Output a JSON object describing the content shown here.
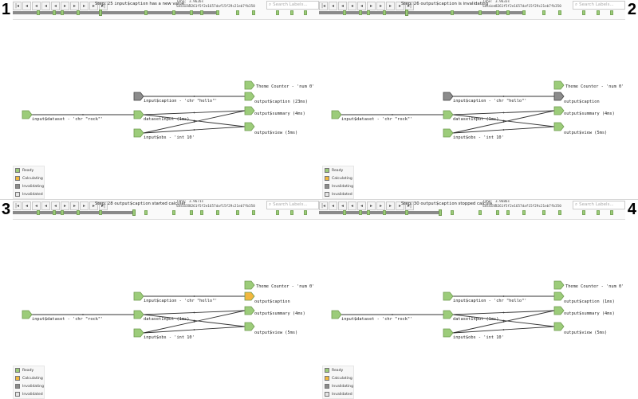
{
  "colors": {
    "ready": "#9ccc7a",
    "calculating": "#f2b73e",
    "invalidating": "#8c8c8c",
    "invalidated": "#e5e5e5"
  },
  "legend": {
    "ready": "Ready",
    "calculating": "Calculating",
    "invalidating": "Invalidating",
    "invalidated": "Invalidated"
  },
  "toolbar": {
    "time_label": "Time:",
    "session_label": "Session:",
    "session_id": "8261f5f2e1657daf15f29c21eb7fb350",
    "search_placeholder": "Search Labels..."
  },
  "panels": [
    {
      "number": "1",
      "step_prefix": "Step: 25",
      "step_target": "input$caption",
      "step_msg": "has a new value:...",
      "time": "3.9626s",
      "nodes": {
        "caption": "input$caption - 'chr \"hello\"'",
        "dataset": "input$dataset - 'chr \"rock\"'",
        "datasetInput": "datasetInput (1ms)",
        "obs": "input$obs - 'int 10'",
        "theme": "Theme Counter - 'num 0'",
        "out_caption": "output$caption (23ms)",
        "summary": "output$summary (4ms)",
        "view": "output$view (5ms)"
      }
    },
    {
      "number": "2",
      "step_prefix": "Step: 26",
      "step_target": "output$caption",
      "step_msg": "is invalidating",
      "time": "3.9633s",
      "nodes": {
        "caption": "input$caption - 'chr \"hello\"'",
        "dataset": "input$dataset - 'chr \"rock\"'",
        "datasetInput": "datasetInput (1ms)",
        "obs": "input$obs - 'int 10'",
        "theme": "Theme Counter - 'num 0'",
        "out_caption": "output$caption",
        "summary": "output$summary (4ms)",
        "view": "output$view (5ms)"
      }
    },
    {
      "number": "3",
      "step_prefix": "Step: 28",
      "step_target": "output$caption",
      "step_msg": "started calculat...",
      "time": "3.9671s",
      "nodes": {
        "caption": "input$caption - 'chr \"hello\"'",
        "dataset": "input$dataset - 'chr \"rock\"'",
        "datasetInput": "datasetInput (1ms)",
        "obs": "input$obs - 'int 10'",
        "theme": "Theme Counter - 'num 0'",
        "out_caption": "output$caption",
        "summary": "output$summary (4ms)",
        "view": "output$view (5ms)"
      }
    },
    {
      "number": "4",
      "step_prefix": "Step: 30",
      "step_target": "output$caption",
      "step_msg": "stopped calcula...",
      "time": "3.9686s",
      "nodes": {
        "caption": "input$caption - 'chr \"hello\"'",
        "dataset": "input$dataset - 'chr \"rock\"'",
        "datasetInput": "datasetInput (1ms)",
        "obs": "input$obs - 'int 10'",
        "theme": "Theme Counter - 'num 0'",
        "out_caption": "output$caption (1ms)",
        "summary": "output$summary (4ms)",
        "view": "output$view (5ms)"
      }
    }
  ]
}
